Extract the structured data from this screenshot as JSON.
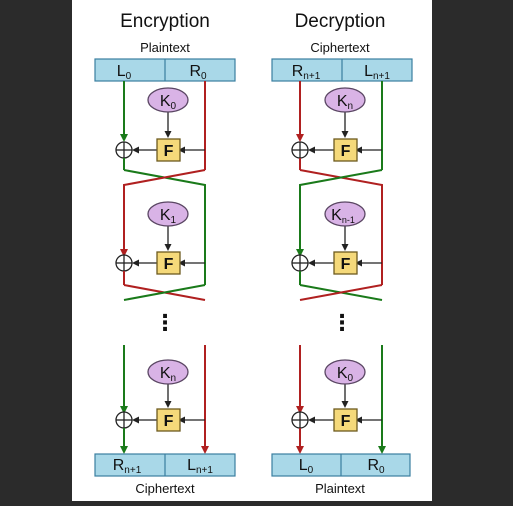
{
  "colors": {
    "frame": "#2b2b2b",
    "panel": "#ffffff",
    "block_fill": "#a9d8e8",
    "block_stroke": "#3b7fa0",
    "key_fill": "#d9b3e6",
    "key_stroke": "#5a4663",
    "f_fill": "#f5d97a",
    "f_stroke": "#6d5a1f",
    "green": "#1a7a1a",
    "red": "#b02020",
    "black": "#222222"
  },
  "encryption": {
    "title": "Encryption",
    "input_label": "Plaintext",
    "output_label": "Ciphertext",
    "in_left": {
      "main": "L",
      "sub": "0"
    },
    "in_right": {
      "main": "R",
      "sub": "0"
    },
    "out_left": {
      "main": "R",
      "sub": "n+1"
    },
    "out_right": {
      "main": "L",
      "sub": "n+1"
    },
    "keys": [
      {
        "main": "K",
        "sub": "0"
      },
      {
        "main": "K",
        "sub": "1"
      },
      {
        "main": "K",
        "sub": "n"
      }
    ],
    "f_label": "F",
    "dots": "⋮"
  },
  "decryption": {
    "title": "Decryption",
    "input_label": "Ciphertext",
    "output_label": "Plaintext",
    "in_left": {
      "main": "R",
      "sub": "n+1"
    },
    "in_right": {
      "main": "L",
      "sub": "n+1"
    },
    "out_left": {
      "main": "L",
      "sub": "0"
    },
    "out_right": {
      "main": "R",
      "sub": "0"
    },
    "keys": [
      {
        "main": "K",
        "sub": "n"
      },
      {
        "main": "K",
        "sub": "n-1"
      },
      {
        "main": "K",
        "sub": "0"
      }
    ],
    "f_label": "F",
    "dots": "⋮"
  }
}
